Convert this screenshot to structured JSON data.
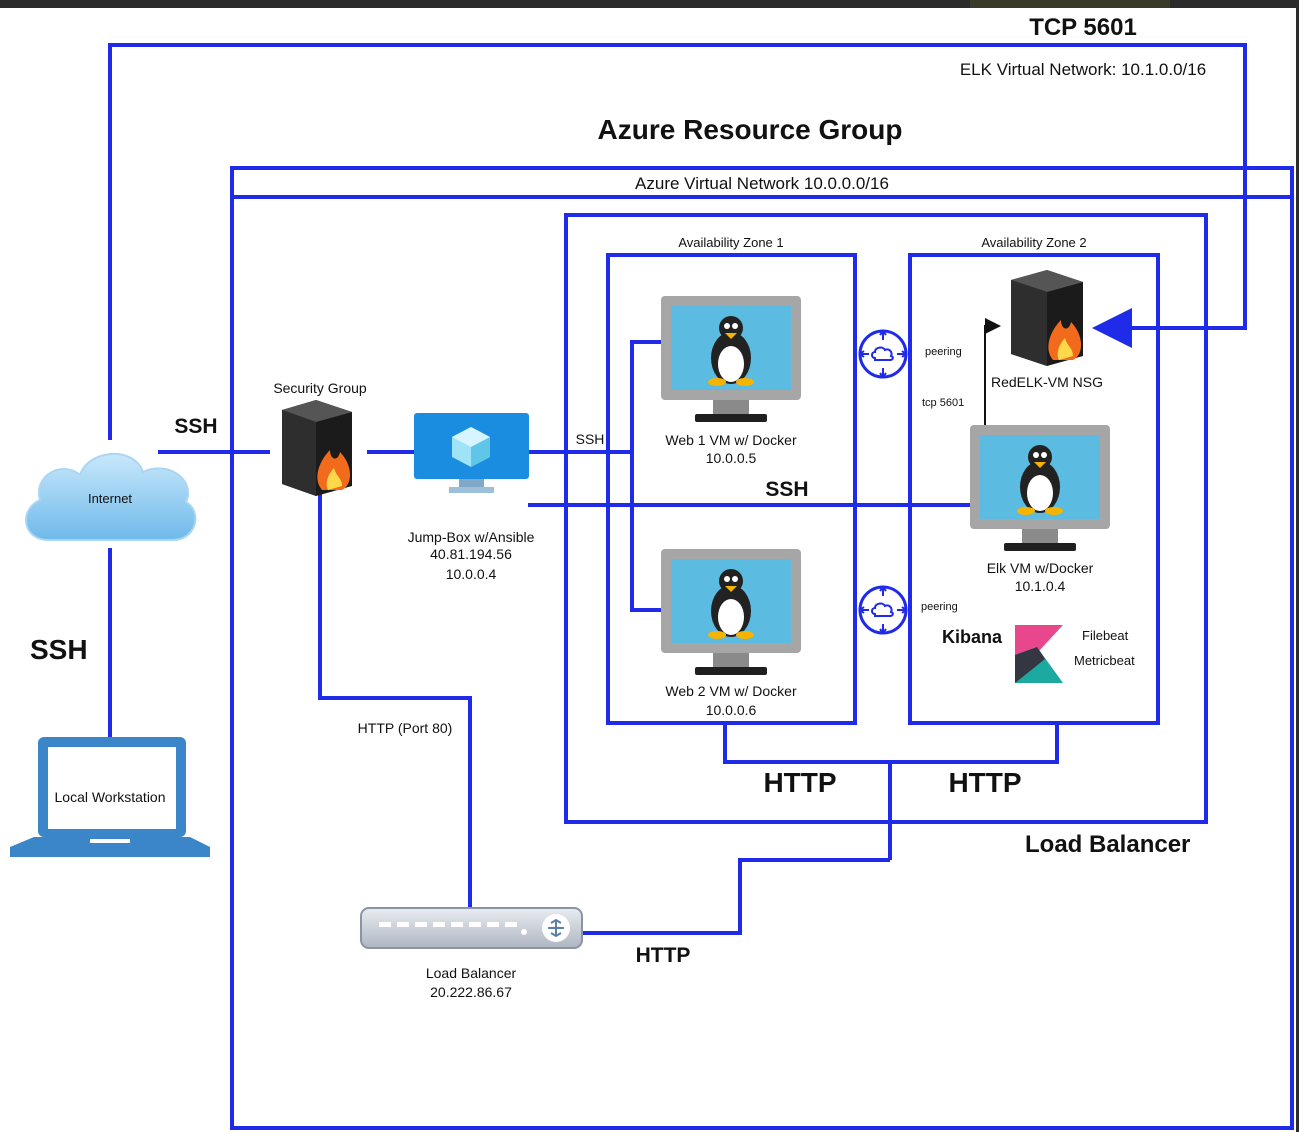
{
  "labels": {
    "tcp_top": "TCP 5601",
    "elk_vnet": "ELK Virtual Network: 10.1.0.0/16",
    "resource_group": "Azure Resource Group",
    "azure_vnet": "Azure Virtual Network 10.0.0.0/16",
    "zone1": "Availability Zone 1",
    "zone2": "Availability Zone 2",
    "security_group": "Security Group",
    "ssh_internet": "SSH",
    "ssh_left": "SSH",
    "ssh_jump": "SSH",
    "ssh_mid": "SSH",
    "internet": "Internet",
    "local_ws": "Local Workstation",
    "http_port": "HTTP (Port 80)",
    "http1": "HTTP",
    "http2": "HTTP",
    "http_lb": "HTTP",
    "load_balancer_zone": "Load Balancer",
    "peering1": "peering",
    "peering2": "peering",
    "tcp5601_small": "tcp 5601",
    "kibana": "Kibana",
    "filebeat": "Filebeat",
    "metricbeat": "Metricbeat"
  },
  "nodes": {
    "jumpbox": {
      "name": "Jump-Box w/Ansible",
      "ip1": "40.81.194.56",
      "ip2": "10.0.0.4"
    },
    "web1": {
      "name": "Web 1 VM w/ Docker",
      "ip": "10.0.0.5"
    },
    "web2": {
      "name": "Web 2 VM w/ Docker",
      "ip": "10.0.0.6"
    },
    "elk": {
      "name": "Elk VM w/Docker",
      "ip": "10.1.0.4"
    },
    "redelk_nsg": {
      "name": "RedELK-VM NSG"
    },
    "load_balancer": {
      "name": "Load Balancer",
      "ip": "20.222.86.67"
    }
  },
  "colors": {
    "line": "#1f2be8",
    "cloud": "#7fc4f0",
    "monitor_screen": "#5bbbe0",
    "firewall_flame": "#f26a1b",
    "kibana_pink": "#e8478b",
    "kibana_teal": "#1ba9a0"
  },
  "icons": [
    "cloud-icon",
    "laptop-icon",
    "firewall-icon",
    "vm-monitor-icon",
    "linux-monitor-icon",
    "router-icon",
    "load-balancer-icon",
    "kibana-logo-icon"
  ]
}
